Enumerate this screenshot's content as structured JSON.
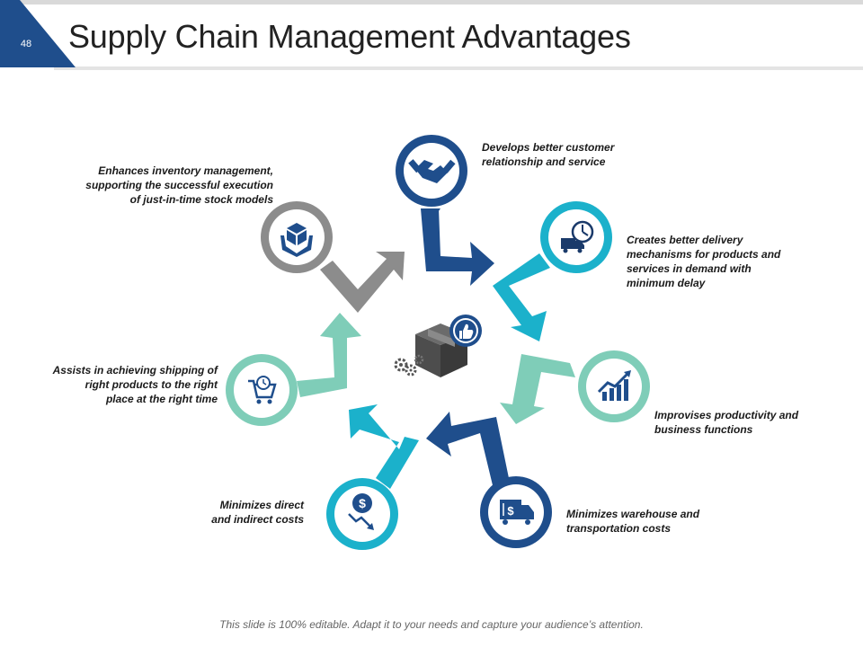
{
  "slide": {
    "number": "48",
    "title": "Supply Chain Management Advantages",
    "footer": "This slide is 100% editable. Adapt it to your needs and capture your audience’s attention."
  },
  "colors": {
    "navy": "#1f4e8c",
    "teal": "#1bb1cb",
    "mint": "#7fcdb8",
    "gray": "#8c8c8c"
  },
  "center": {
    "icon": "box-thumbs-up-gears-icon"
  },
  "advantages": [
    {
      "id": "customer",
      "icon": "handshake-icon",
      "color": "navy",
      "lines": [
        "Develops  better customer",
        "relationship  and service"
      ]
    },
    {
      "id": "delivery",
      "icon": "truck-clock-icon",
      "color": "teal",
      "lines": [
        "Creates better delivery",
        "mechanisms  for products and",
        "services in demand  with",
        "minimum   delay"
      ]
    },
    {
      "id": "productivity",
      "icon": "growth-chart-icon",
      "color": "mint",
      "lines": [
        "Improvises  productivity and",
        "business functions"
      ]
    },
    {
      "id": "warehouse",
      "icon": "dollar-truck-icon",
      "color": "navy",
      "lines": [
        "Minimizes  warehouse and",
        "transportation costs"
      ]
    },
    {
      "id": "costs",
      "icon": "dollar-down-icon",
      "color": "teal",
      "lines": [
        "Minimizes  direct",
        "and indirect costs"
      ]
    },
    {
      "id": "shipping",
      "icon": "cart-clock-icon",
      "color": "mint",
      "lines": [
        "Assists in achieving shipping  of",
        "right products to the right",
        "place at the right time"
      ]
    },
    {
      "id": "inventory",
      "icon": "hands-box-icon",
      "color": "gray",
      "lines": [
        "Enhances inventory management,",
        "supporting  the successful execution",
        "of just-in-time  stock models"
      ]
    }
  ]
}
